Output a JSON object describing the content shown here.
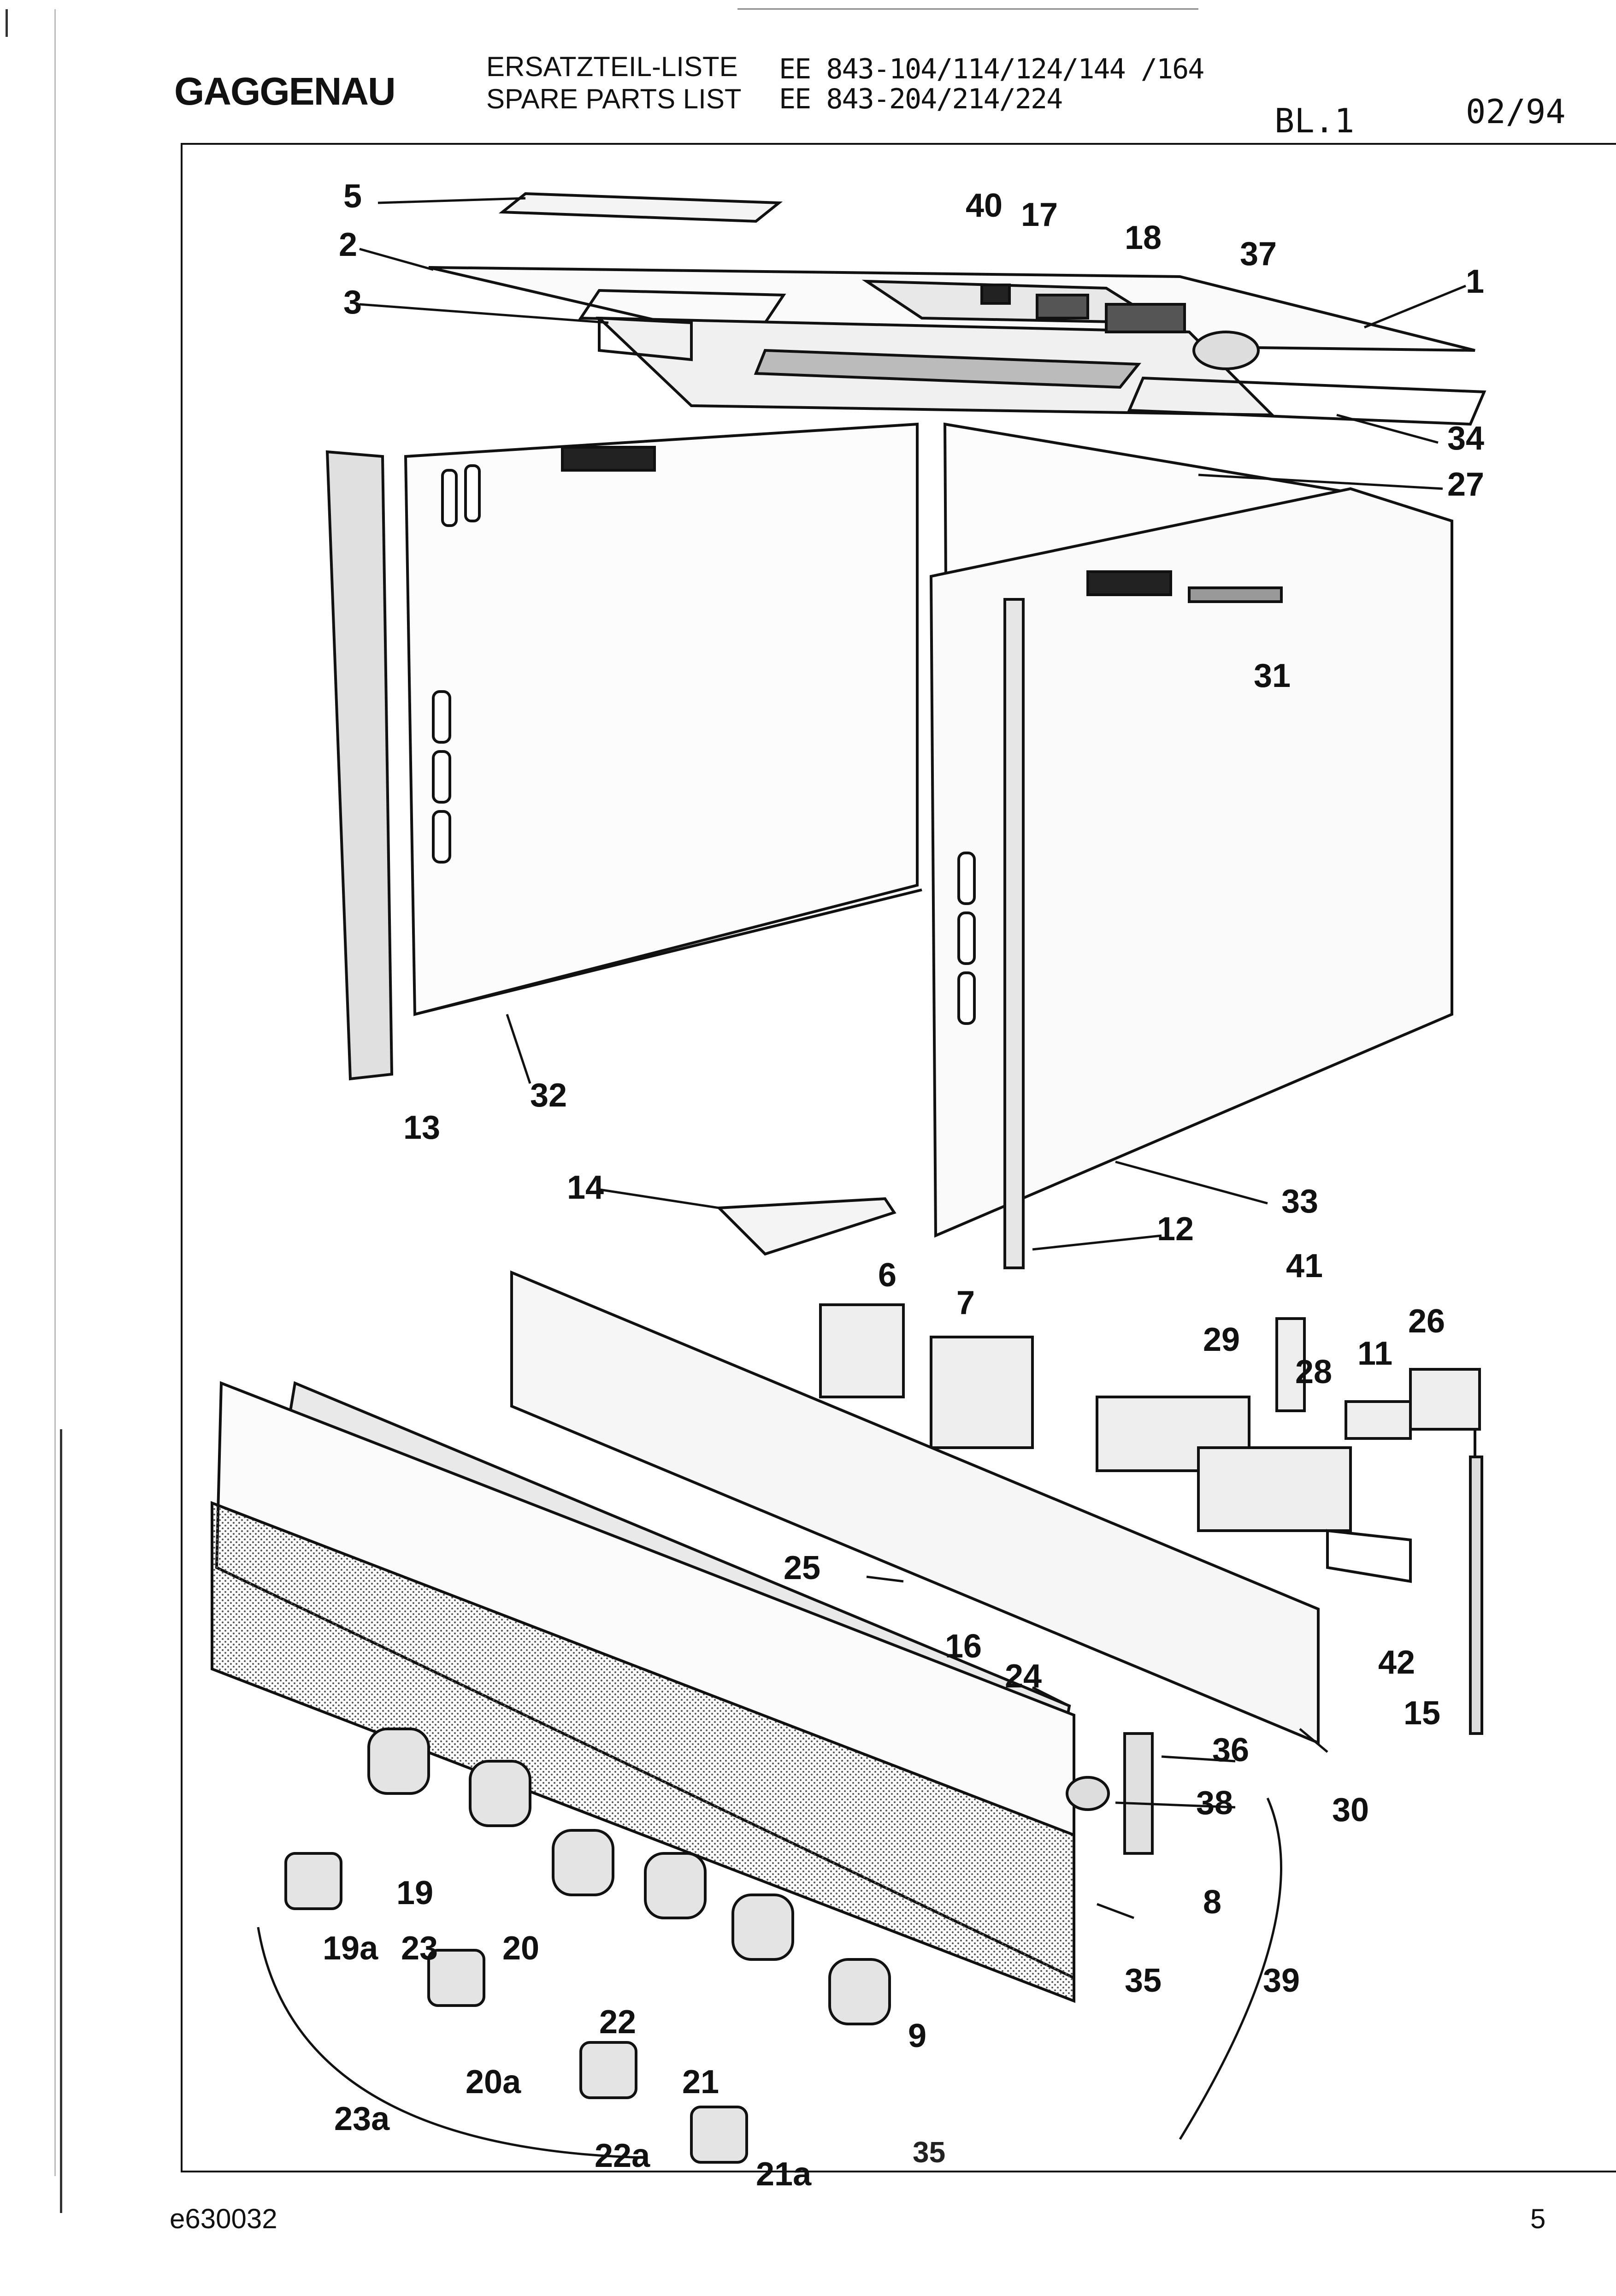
{
  "header": {
    "brand": "GAGGENAU",
    "title_de": "ERSATZTEIL-LISTE",
    "title_en": "SPARE PARTS LIST",
    "models_line1": "EE 843-104/114/124/144 /164",
    "models_line2": "EE 843-204/214/224",
    "sheet": "BL.1",
    "date": "02/94"
  },
  "diagram": {
    "callouts": [
      "5",
      "2",
      "3",
      "40",
      "17",
      "18",
      "37",
      "1",
      "34",
      "27",
      "31",
      "32",
      "13",
      "33",
      "14",
      "12",
      "6",
      "7",
      "41",
      "29",
      "26",
      "11",
      "28",
      "25",
      "42",
      "16",
      "24",
      "15",
      "36",
      "30",
      "38",
      "8",
      "19",
      "19a",
      "23",
      "20",
      "35",
      "39",
      "22",
      "9",
      "20a",
      "21",
      "23a",
      "22a",
      "21a"
    ],
    "handwritten_note": "35"
  },
  "footer": {
    "doc_number": "e630032",
    "page_number": "5"
  }
}
